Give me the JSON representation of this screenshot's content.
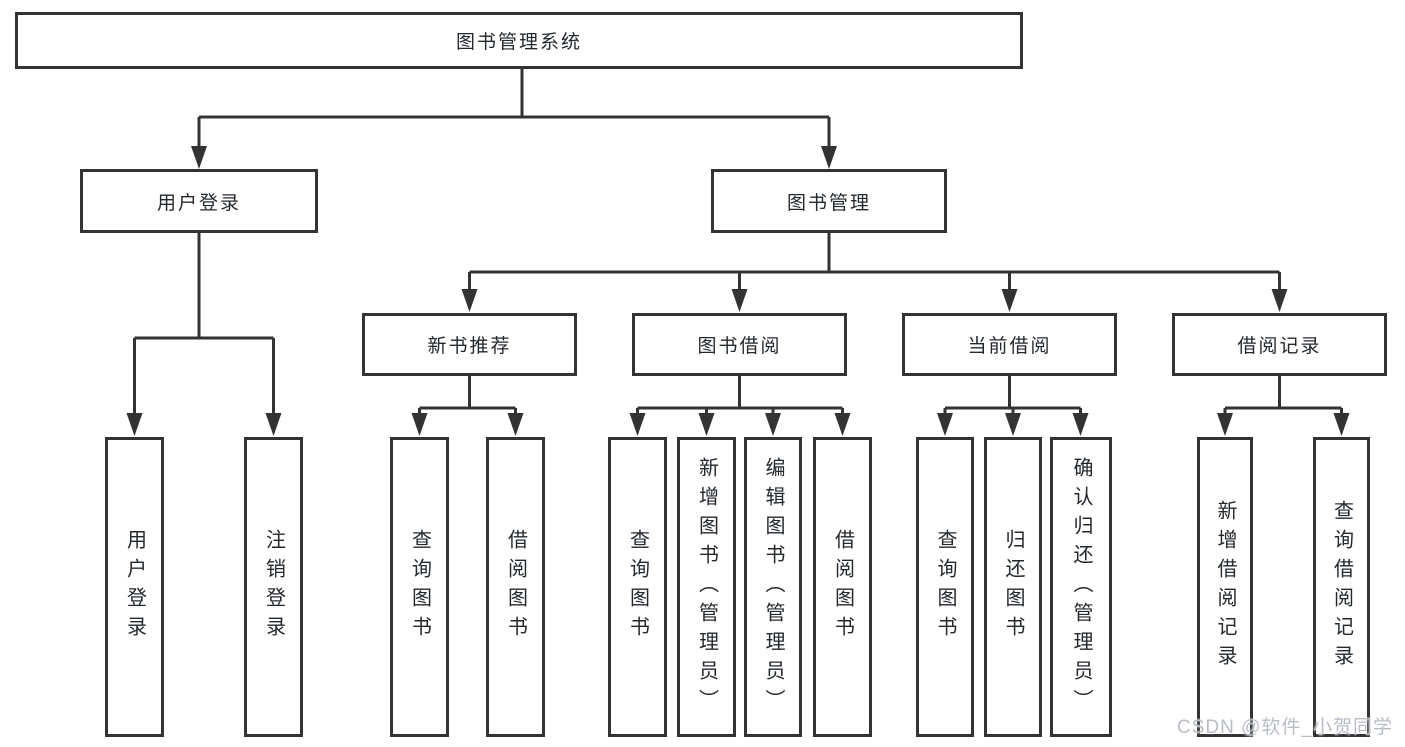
{
  "diagram": {
    "root": {
      "label": "图书管理系统"
    },
    "level2": [
      {
        "label": "用户登录"
      },
      {
        "label": "图书管理"
      }
    ],
    "level3": [
      {
        "label": "新书推荐"
      },
      {
        "label": "图书借阅"
      },
      {
        "label": "当前借阅"
      },
      {
        "label": "借阅记录"
      }
    ],
    "leaves": [
      {
        "label": "用户登录"
      },
      {
        "label": "注销登录"
      },
      {
        "label": "查询图书"
      },
      {
        "label": "借阅图书"
      },
      {
        "label": "查询图书"
      },
      {
        "label": "新增图书（管理员）"
      },
      {
        "label": "编辑图书（管理员）"
      },
      {
        "label": "借阅图书"
      },
      {
        "label": "查询图书"
      },
      {
        "label": "归还图书"
      },
      {
        "label": "确认归还（管理员）"
      },
      {
        "label": "新增借阅记录"
      },
      {
        "label": "查询借阅记录"
      }
    ]
  },
  "watermark": {
    "text": "CSDN @软件_小贺同学"
  },
  "colors": {
    "line": "#333333",
    "box_border": "#333333",
    "box_background": "#ffffff",
    "text": "#24292e",
    "watermark": "#b9bec6",
    "background": "#ffffff"
  }
}
